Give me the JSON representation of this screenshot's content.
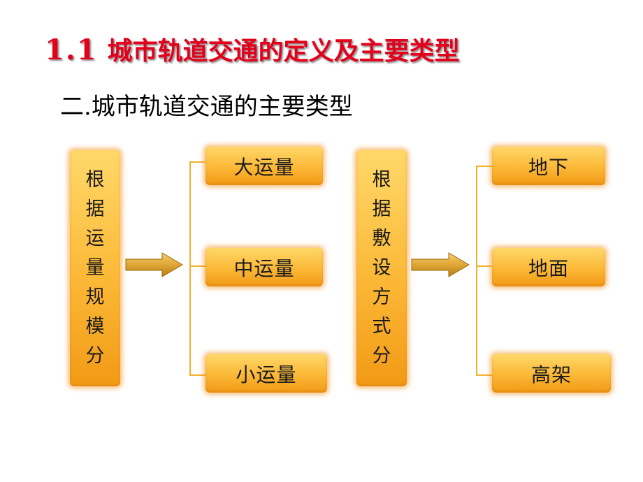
{
  "title": {
    "number": "1.1",
    "text": "城市轨道交通的定义及主要类型"
  },
  "subtitle": "二.城市轨道交通的主要类型",
  "groups": [
    {
      "label": [
        "根",
        "据",
        "运",
        "量",
        "规",
        "模",
        "分"
      ],
      "items": [
        "大运量",
        "中运量",
        "小运量"
      ]
    },
    {
      "label": [
        "根",
        "据",
        "敷",
        "设",
        "方",
        "式",
        "分"
      ],
      "items": [
        "地下",
        "地面",
        "高架"
      ]
    }
  ],
  "colors": {
    "title": "#e3001b",
    "box_top": "#ffd86a",
    "box_bottom": "#f29a16",
    "connector": "#f0b22e",
    "arrow_top": "#f7cf6a",
    "arrow_bottom": "#b57c12"
  }
}
